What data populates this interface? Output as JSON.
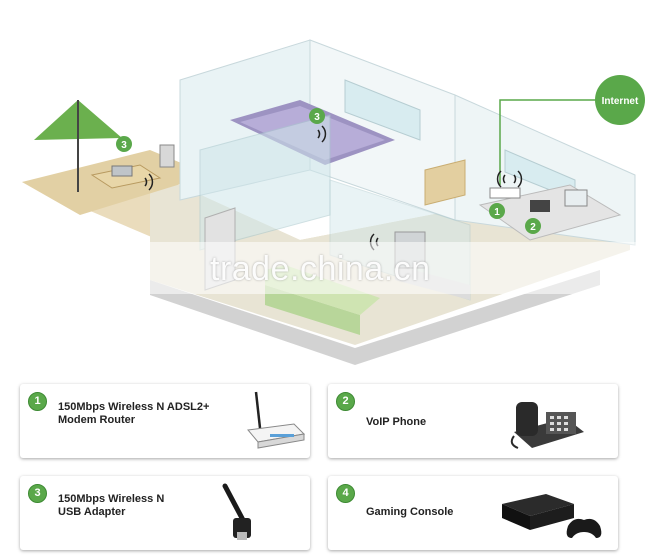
{
  "scene": {
    "internet_label": "Internet",
    "markers": [
      "3",
      "3",
      "1",
      "2"
    ],
    "watermark": "trade.china.cn"
  },
  "products": [
    {
      "num": "1",
      "line1": "150Mbps Wireless N ADSL2+",
      "line2": "Modem Router",
      "icon": "router-icon"
    },
    {
      "num": "2",
      "line1": "VoIP Phone",
      "line2": "",
      "icon": "phone-icon"
    },
    {
      "num": "3",
      "line1": "150Mbps Wireless N",
      "line2": "USB Adapter",
      "icon": "usb-adapter-icon"
    },
    {
      "num": "4",
      "line1": "Gaming Console",
      "line2": "",
      "icon": "gaming-console-icon"
    }
  ],
  "colors": {
    "accent_green": "#5aa84a",
    "floor": "#e6d6b4",
    "glass": "#cfe6ea"
  }
}
